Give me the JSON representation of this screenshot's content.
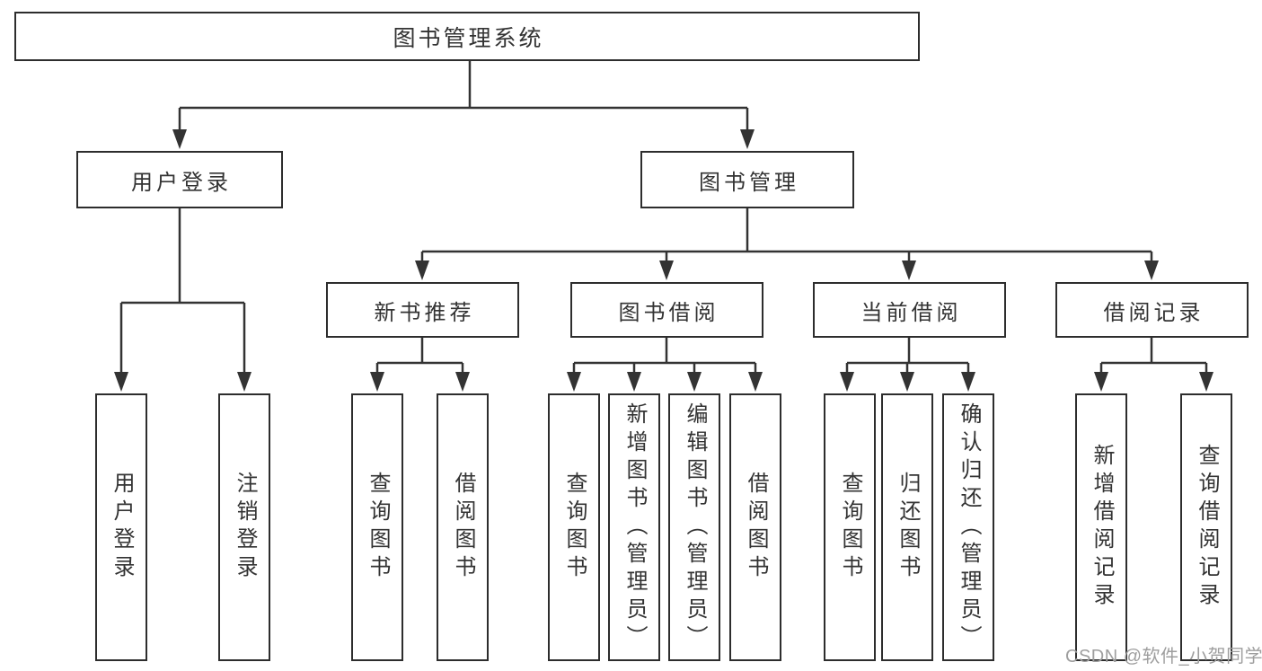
{
  "tree": {
    "root": {
      "label": "图书管理系统",
      "children": [
        {
          "label": "用户登录",
          "children": [
            {
              "label": "用户登录"
            },
            {
              "label": "注销登录"
            }
          ]
        },
        {
          "label": "图书管理",
          "children": [
            {
              "label": "新书推荐",
              "children": [
                {
                  "label": "查询图书"
                },
                {
                  "label": "借阅图书"
                }
              ]
            },
            {
              "label": "图书借阅",
              "children": [
                {
                  "label": "查询图书"
                },
                {
                  "label": "新增图书（管理员）"
                },
                {
                  "label": "编辑图书（管理员）"
                },
                {
                  "label": "借阅图书"
                }
              ]
            },
            {
              "label": "当前借阅",
              "children": [
                {
                  "label": "查询图书"
                },
                {
                  "label": "归还图书"
                },
                {
                  "label": "确认归还（管理员）"
                }
              ]
            },
            {
              "label": "借阅记录",
              "children": [
                {
                  "label": "新增借阅记录"
                },
                {
                  "label": "查询借阅记录"
                }
              ]
            }
          ]
        }
      ]
    }
  },
  "watermark": {
    "text": "CSDN @软件_小贺同学"
  },
  "colors": {
    "line": "#333333",
    "box_border": "#2d2d2d",
    "text": "#333333",
    "background": "#ffffff",
    "watermark": "#9e9e9e"
  }
}
